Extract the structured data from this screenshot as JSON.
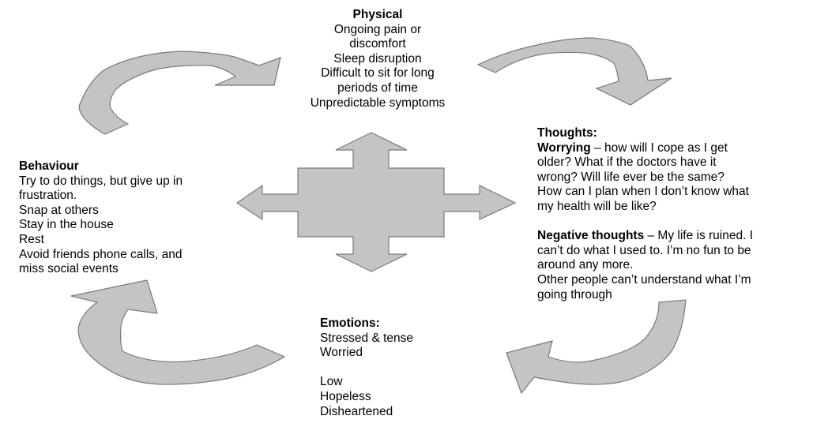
{
  "physical": {
    "title": "Physical",
    "lines": [
      "Ongoing pain or",
      "discomfort",
      "Sleep disruption",
      "Difficult to sit for long",
      "periods of time",
      "Unpredictable symptoms"
    ]
  },
  "thoughts": {
    "title": "Thoughts:",
    "worrying_label": "Worrying",
    "worrying_lines": [
      " – how will I cope as I get",
      "older? What if the doctors have it",
      "wrong? Will life ever be the same?",
      "How can I plan when I don’t know what",
      "my health will be like?"
    ],
    "negative_label": "Negative thoughts",
    "negative_lines": [
      " – My life is ruined. I",
      "can’t do what I used to. I’m no fun to be",
      "around any more.",
      "Other people can’t understand what I’m",
      "going through"
    ]
  },
  "behaviour": {
    "title": "Behaviour",
    "lines": [
      "Try to do things, but give up in",
      "frustration.",
      "Snap at others",
      "Stay in the house",
      "Rest",
      "Avoid friends phone calls, and",
      "miss social events"
    ]
  },
  "emotions": {
    "title": "Emotions:",
    "lines_a": [
      "Stressed & tense",
      "Worried"
    ],
    "lines_b": [
      "Low",
      "Hopeless",
      "Disheartened"
    ]
  },
  "colors": {
    "arrow_fill": "#c4c4c4",
    "arrow_stroke": "#7a7a7a"
  }
}
